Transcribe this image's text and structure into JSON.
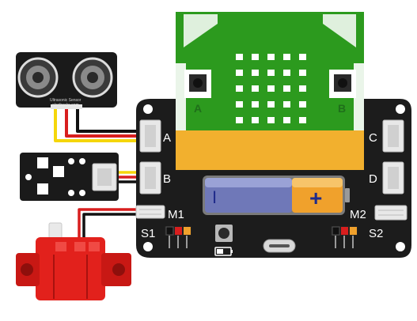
{
  "board": {
    "ports": {
      "a": "A",
      "b": "B",
      "c": "C",
      "d": "D",
      "m1": "M1",
      "m2": "M2",
      "s1": "S1",
      "s2": "S2"
    },
    "microbit_buttons": {
      "a": "A",
      "b": "B"
    },
    "battery_minus": "I",
    "battery_plus": "+"
  },
  "ultrasonic": {
    "label": "Ultrasonic Sensor",
    "brand": "elecfreaks.com"
  },
  "colors": {
    "board": "#1c1c1c",
    "microbit_green": "#2c9a1e",
    "microbit_gold": "#f2b02e",
    "battery_blue": "#6f78b8",
    "battery_orange": "#f0a12c",
    "servo_red": "#e2211c",
    "wire_red": "#d81e1e",
    "wire_yellow": "#f5d60a",
    "wire_black": "#111111"
  }
}
